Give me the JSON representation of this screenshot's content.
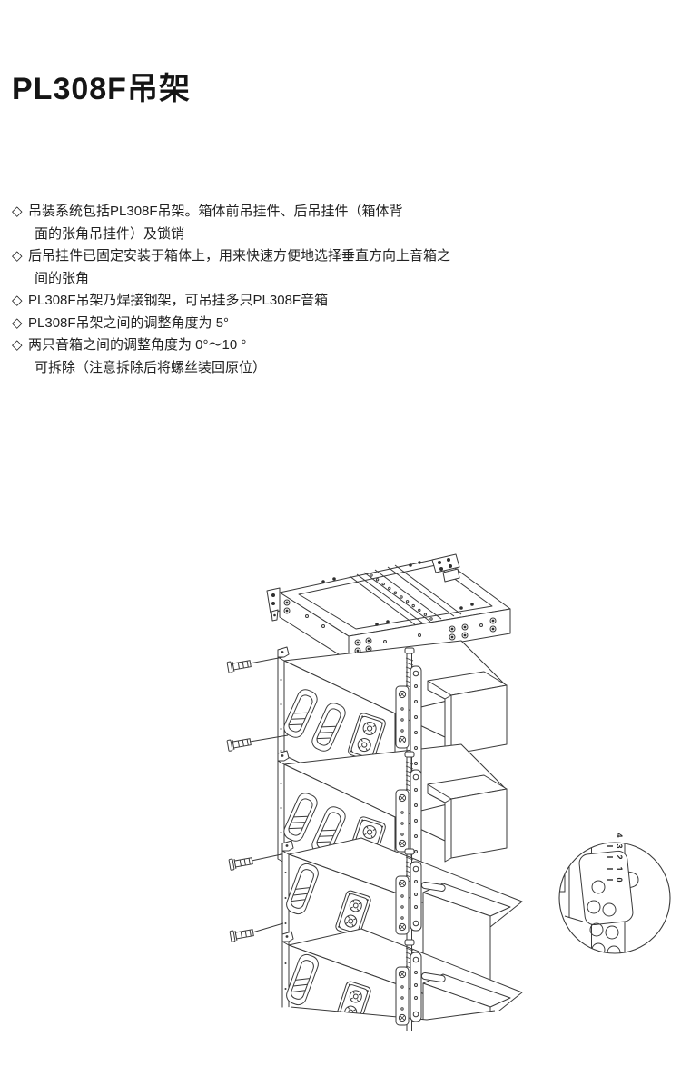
{
  "page": {
    "title": "PL308F吊架"
  },
  "bullets": [
    {
      "marker": "◇",
      "lines": [
        "吊装系统包括PL308F吊架。箱体前吊挂件、后吊挂件（箱体背",
        "面的张角吊挂件）及锁销"
      ]
    },
    {
      "marker": "◇",
      "lines": [
        "后吊挂件已固定安装于箱体上，用来快速方便地选择垂直方向上音箱之",
        "间的张角"
      ]
    },
    {
      "marker": "◇",
      "lines": [
        "PL308F吊架乃焊接钢架，可吊挂多只PL308F音箱"
      ]
    },
    {
      "marker": "◇",
      "lines": [
        "PL308F吊架之间的调整角度为 5°"
      ]
    },
    {
      "marker": "◇",
      "lines": [
        "两只音箱之间的调整角度为 0°～10 °",
        "可拆除（注意拆除后将螺丝装回原位）"
      ]
    }
  ],
  "diagram": {
    "description": "PL308F 吊架与音箱吊装爆炸图",
    "line_color": "#3a3a3a",
    "detail": {
      "scale_labels": [
        "4",
        "3",
        "2",
        "1",
        "0"
      ]
    }
  }
}
